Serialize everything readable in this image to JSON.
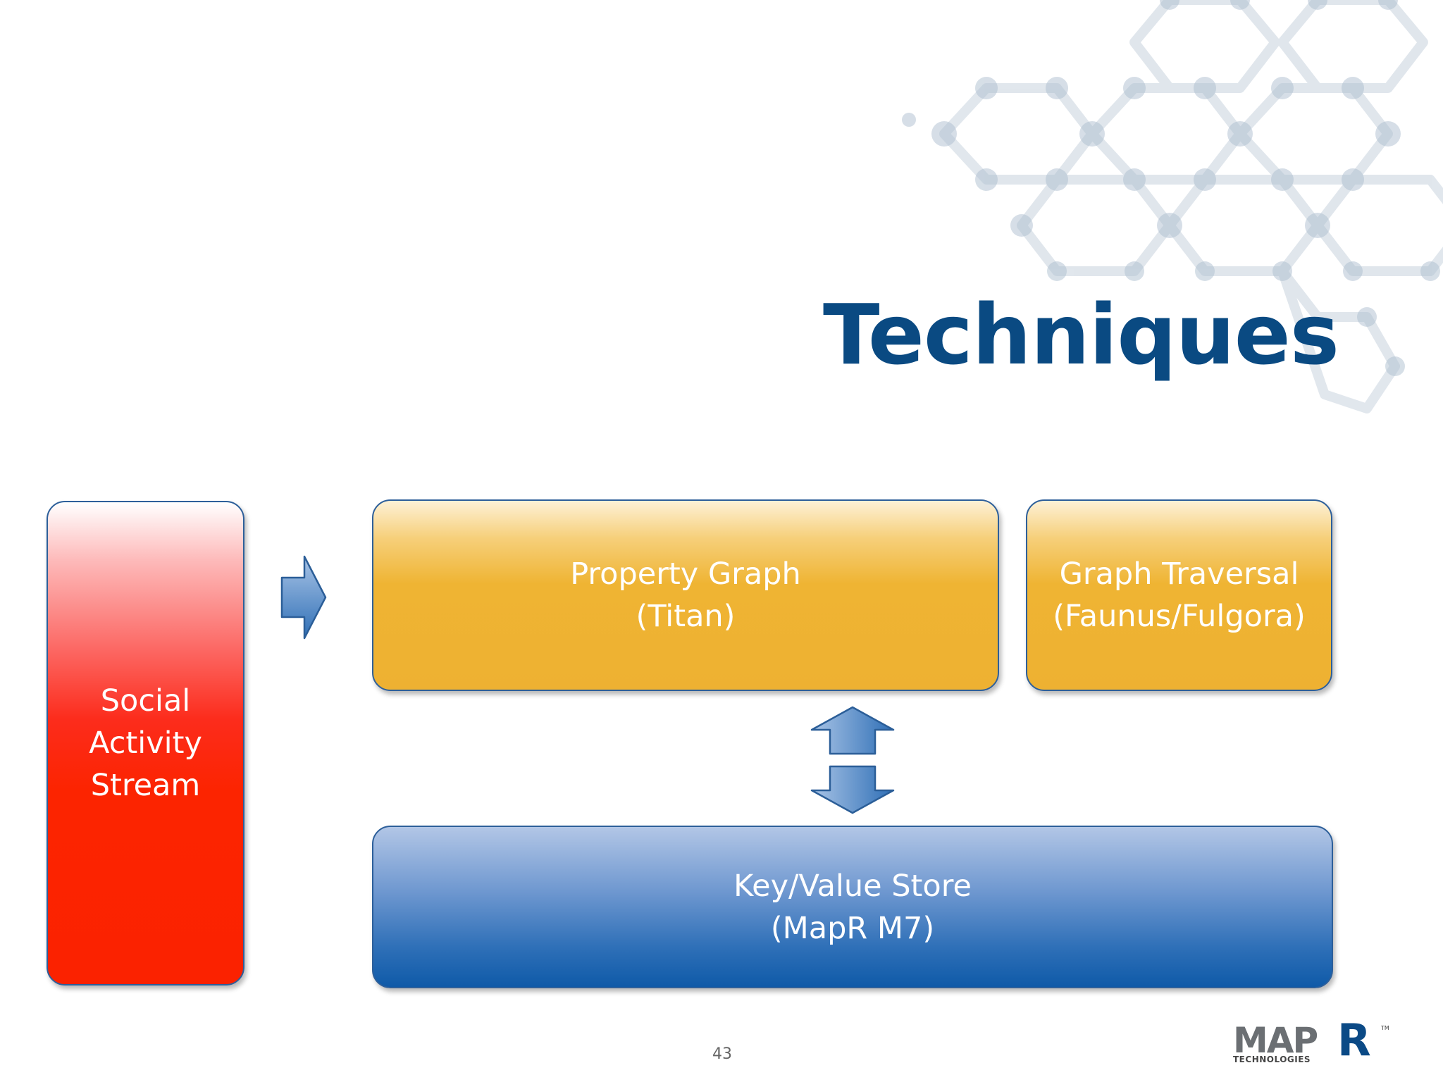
{
  "slide": {
    "title": "Techniques",
    "page_number": "43"
  },
  "diagram": {
    "social": {
      "line1": "Social",
      "line2": "Activity",
      "line3": "Stream",
      "color": "#fb2200"
    },
    "property_graph": {
      "line1": "Property Graph",
      "line2": "(Titan)",
      "color": "#eeb132"
    },
    "graph_traversal": {
      "line1": "Graph Traversal",
      "line2": "(Faunus/Fulgora)",
      "color": "#eeb132"
    },
    "kv_store": {
      "line1": "Key/Value Store",
      "line2": "(MapR M7)",
      "color": "#1560ac"
    },
    "arrows": [
      {
        "from": "social",
        "to": "property_graph",
        "direction": "right"
      },
      {
        "between": [
          "property_graph",
          "kv_store"
        ],
        "direction": "up-down"
      }
    ]
  },
  "logo": {
    "text": "MAPR",
    "subtext": "TECHNOLOGIES",
    "tm": "TM"
  }
}
